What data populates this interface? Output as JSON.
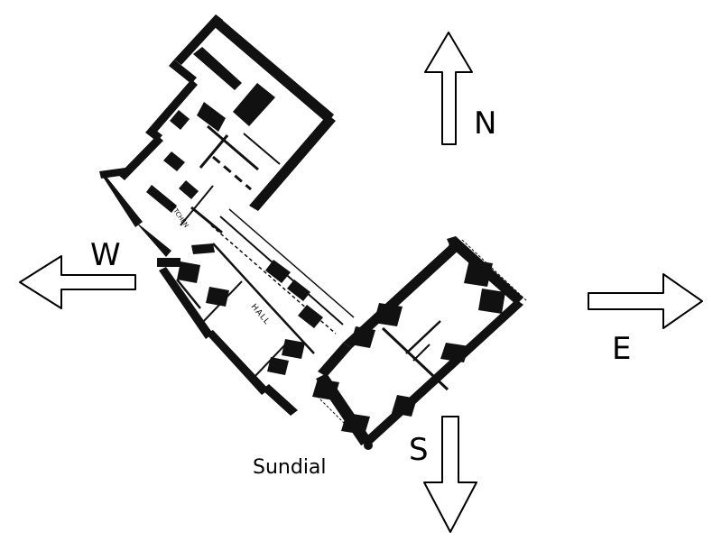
{
  "compass": {
    "north": "N",
    "south": "S",
    "east": "E",
    "west": "W"
  },
  "landmarks": {
    "sundial": "Sundial"
  },
  "rooms": {
    "hall": "HALL",
    "kitchen": "KITCHEN"
  }
}
